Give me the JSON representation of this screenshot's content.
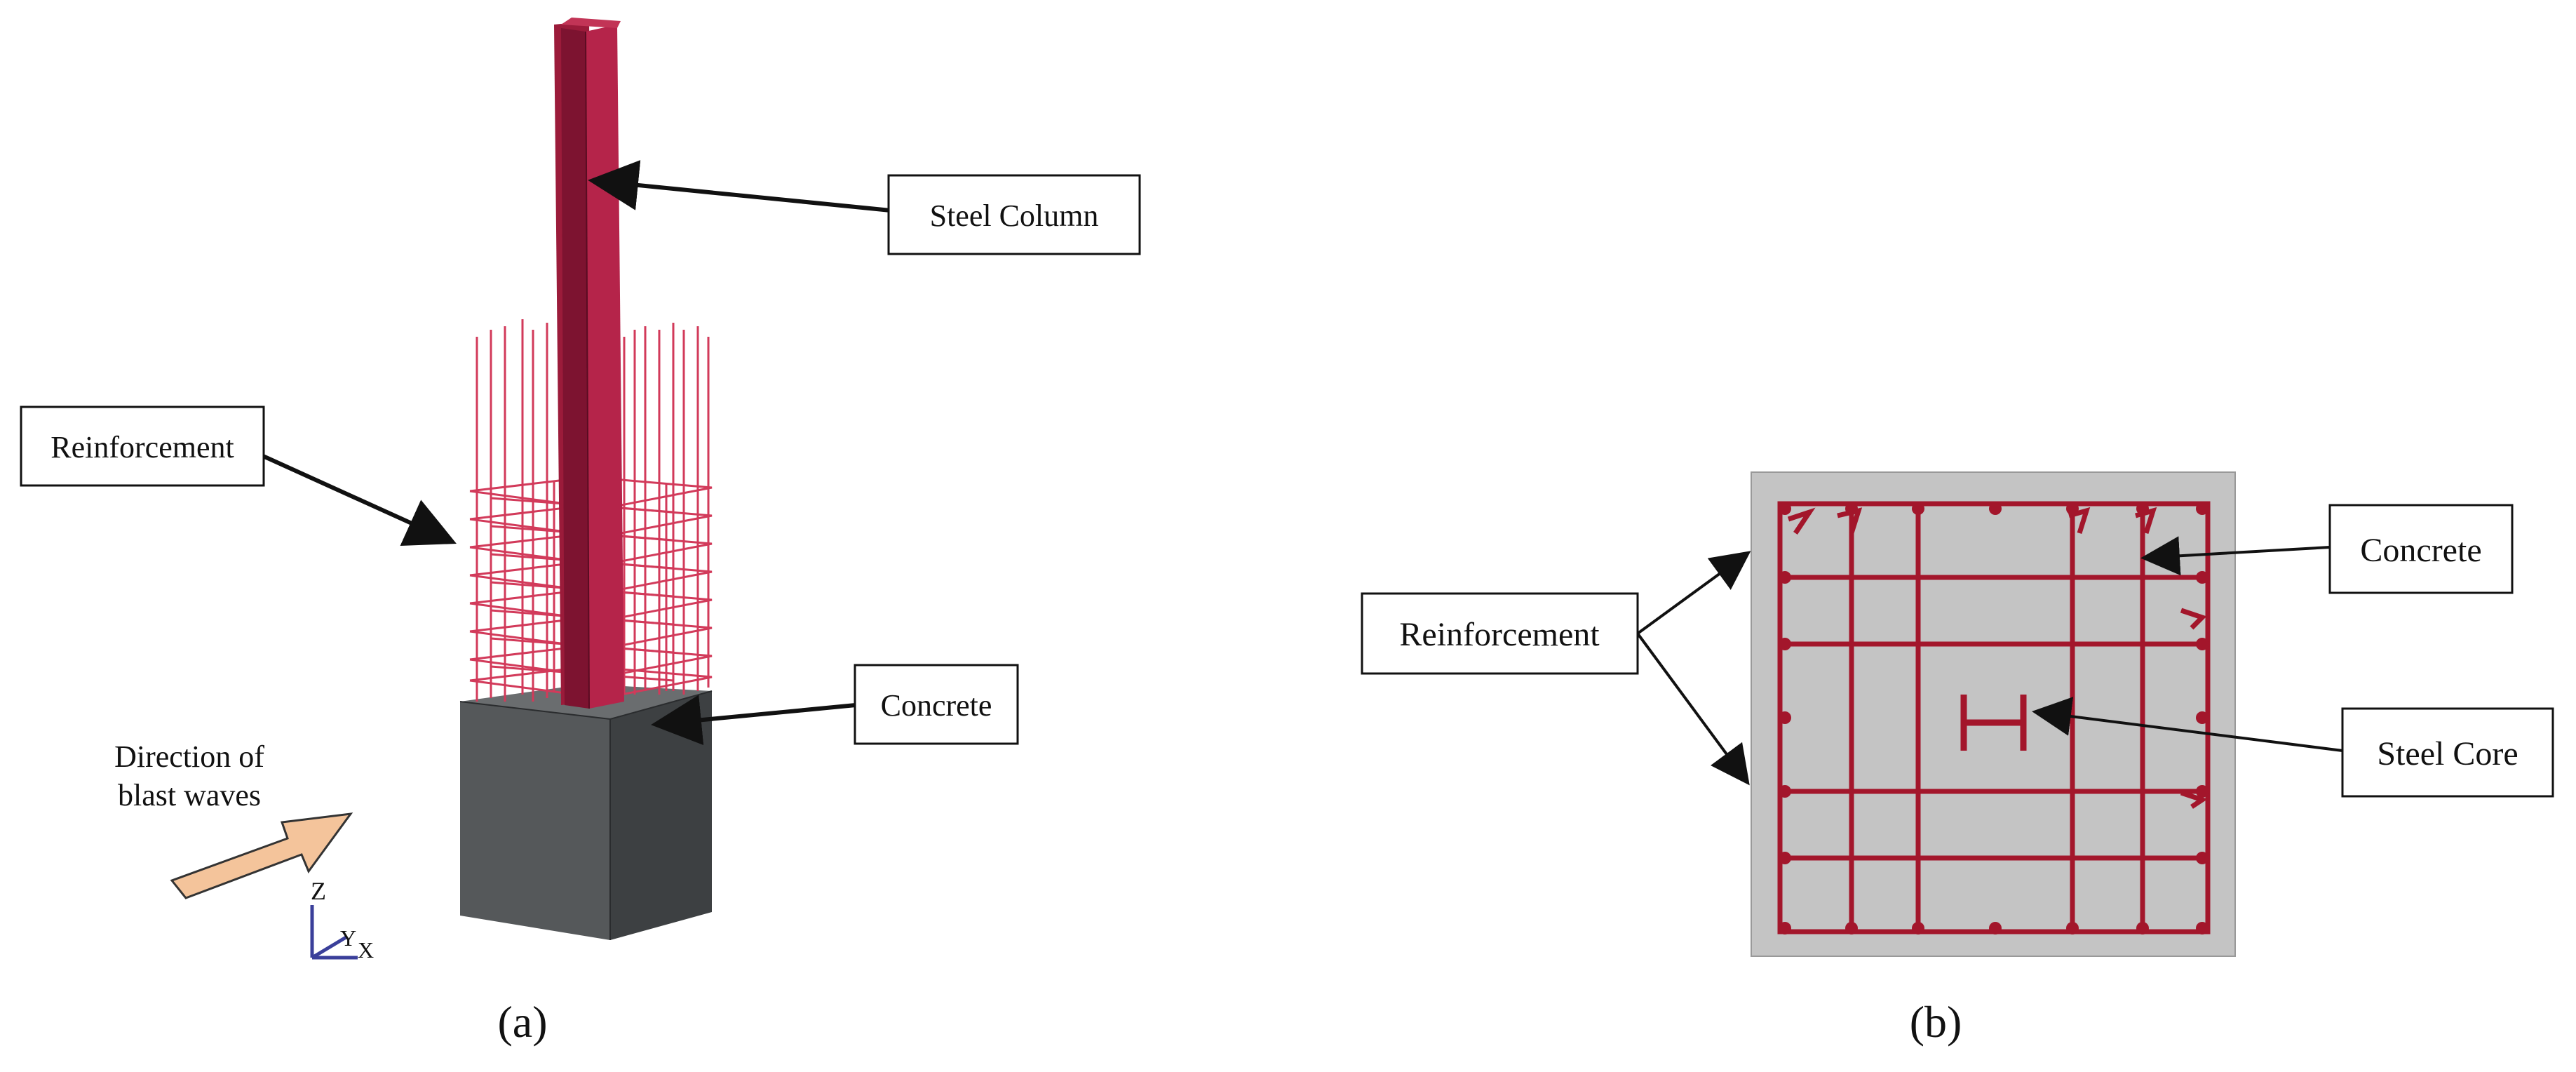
{
  "colors": {
    "steel": "#9b1b3a",
    "steel_dark": "#6e0f28",
    "rebar_3d": "#d23a5a",
    "rebar_section": "#a3162b",
    "concrete_3d_front": "#55585a",
    "concrete_3d_side": "#3d4042",
    "concrete_3d_top": "#6a6d6f",
    "concrete_section": "#c4c4c4",
    "arrow_fill": "#f4c49b",
    "axis": "#3a3f9a"
  },
  "panel_a": {
    "caption": "(a)",
    "labels": {
      "steel_column": "Steel Column",
      "reinforcement": "Reinforcement",
      "concrete": "Concrete",
      "blast_line1": "Direction of",
      "blast_line2": "blast waves"
    },
    "triad": {
      "z": "Z",
      "y": "Y",
      "x": "X"
    }
  },
  "panel_b": {
    "caption": "(b)",
    "labels": {
      "reinforcement": "Reinforcement",
      "concrete": "Concrete",
      "steel_core": "Steel Core"
    }
  }
}
